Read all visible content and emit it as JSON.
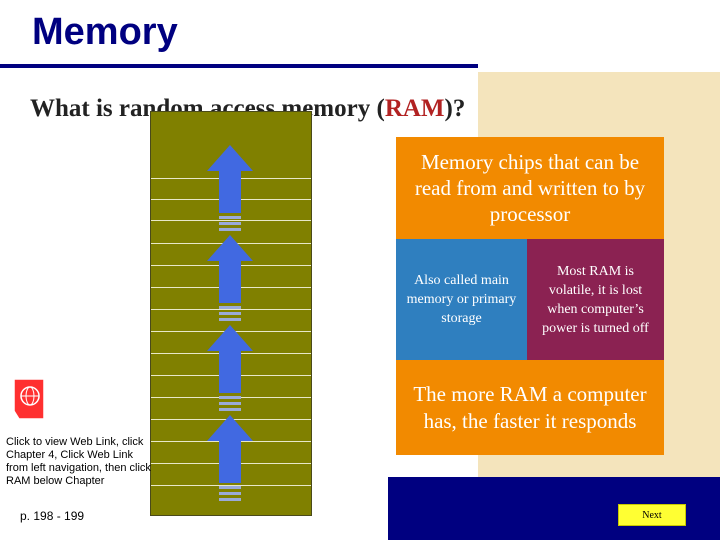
{
  "slide": {
    "title": "Memory",
    "question_prefix": "What is random access memory (",
    "question_highlight": "RAM",
    "question_suffix": ")?"
  },
  "boxes": {
    "definition": "Memory chips that can be read from and written to by processor",
    "main_memory": "Also called main memory or primary storage",
    "volatile": "Most RAM is volatile, it is lost when computer’s power is turned off",
    "faster": "The more RAM a computer has, the faster it responds"
  },
  "web_link": {
    "icon": "web-link-icon",
    "text": "Click to view Web Link, click Chapter 4, Click Web Link from left navigation, then click RAM below Chapter"
  },
  "footer": {
    "pages": "p. 198 - 199",
    "next_label": "Next"
  },
  "colors": {
    "title": "#000080",
    "navy": "#000080",
    "beige": "#f4e4bc",
    "chip": "#808000",
    "orange": "#f28a00",
    "blue": "#2f7fbf",
    "purple": "#8b2252",
    "arrow": "#4169e1",
    "ram_highlight": "#b22222",
    "next_button": "#ffff33"
  }
}
